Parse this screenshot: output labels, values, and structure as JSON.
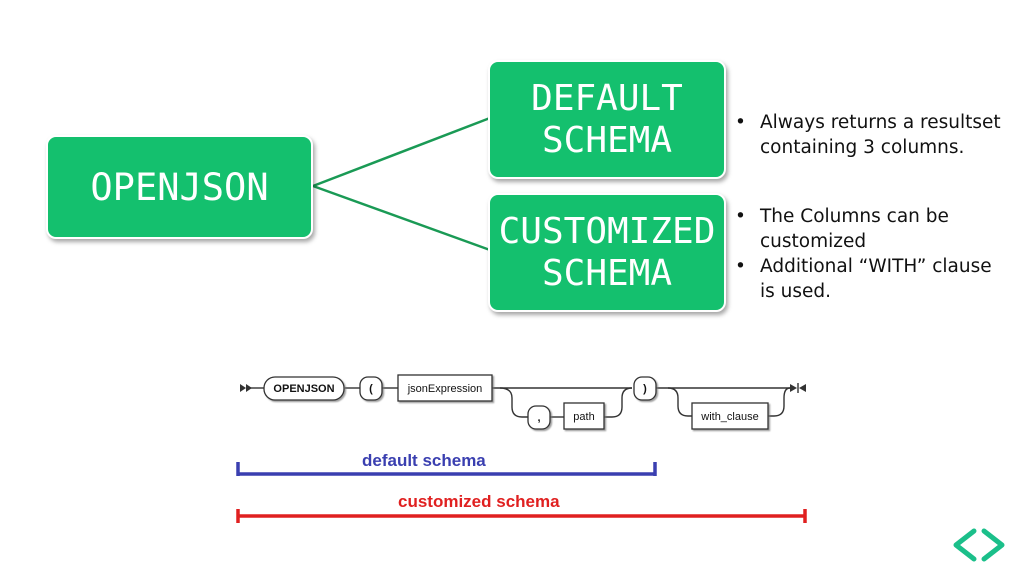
{
  "colors": {
    "green": "#14c06e",
    "line_green": "#1a9a55",
    "blue": "#3a3fb0",
    "red": "#e02020",
    "teal": "#1bbf8a"
  },
  "diagram": {
    "root": {
      "label": "OPENJSON"
    },
    "branches": [
      {
        "label": "DEFAULT\nSCHEMA",
        "bullets": [
          "Always returns a resultset containing 3 columns."
        ]
      },
      {
        "label": "CUSTOMIZED\nSCHEMA",
        "bullets": [
          "The Columns can be customized",
          "Additional “WITH” clause is used."
        ]
      }
    ]
  },
  "syntax": {
    "keyword": "OPENJSON",
    "open_paren": "(",
    "json_expression": "jsonExpression",
    "comma": ",",
    "path": "path",
    "close_paren": ")",
    "with_clause": "with_clause"
  },
  "schema_labels": {
    "default": "default schema",
    "customized": "customized schema"
  },
  "icons": {
    "nav": "prev-next-chevrons-icon"
  }
}
